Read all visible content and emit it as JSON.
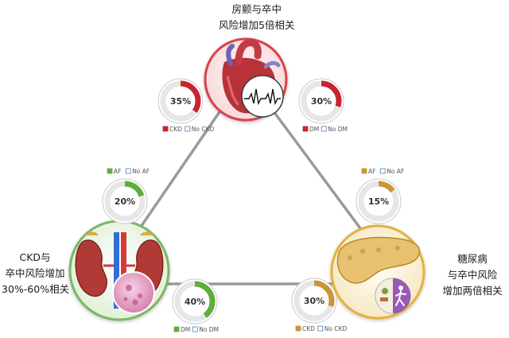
{
  "captions": {
    "top": [
      "房颤与卒中",
      "风险增加5倍相关"
    ],
    "left": [
      "CKD与",
      "卒中风险增加",
      "30%-60%相关"
    ],
    "right": [
      "糖尿病",
      "与卒中风险",
      "增加两倍相关"
    ]
  },
  "colors": {
    "heart_ring": "#d9434b",
    "kidney_ring": "#7bb662",
    "pancreas_ring": "#e3b23c",
    "triangle": "#9a9a9a",
    "red_segment": "#c8262f",
    "green_segment": "#5fae3d",
    "gold_segment": "#c9963a",
    "grey_segment": "#e6e6e6"
  },
  "donuts": [
    {
      "id": "heart-ckd",
      "value": 35,
      "label": "35%",
      "color": "red_segment",
      "legend": [
        {
          "swatch": "red_segment",
          "text": "CKD"
        },
        {
          "swatch": "none",
          "text": "No CKD"
        }
      ]
    },
    {
      "id": "heart-dm",
      "value": 30,
      "label": "30%",
      "color": "red_segment",
      "legend": [
        {
          "swatch": "red_segment",
          "text": "DM"
        },
        {
          "swatch": "none",
          "text": "No DM"
        }
      ]
    },
    {
      "id": "kidney-af",
      "value": 20,
      "label": "20%",
      "color": "green_segment",
      "legend": [
        {
          "swatch": "green_segment",
          "text": "AF"
        },
        {
          "swatch": "none",
          "text": "No AF"
        }
      ]
    },
    {
      "id": "kidney-dm",
      "value": 40,
      "label": "40%",
      "color": "green_segment",
      "legend": [
        {
          "swatch": "green_segment",
          "text": "DM"
        },
        {
          "swatch": "none",
          "text": "No DM"
        }
      ]
    },
    {
      "id": "pancreas-af",
      "value": 15,
      "label": "15%",
      "color": "gold_segment",
      "legend": [
        {
          "swatch": "gold_segment",
          "text": "AF"
        },
        {
          "swatch": "none",
          "text": "No AF"
        }
      ]
    },
    {
      "id": "pancreas-ckd",
      "value": 30,
      "label": "30%",
      "color": "gold_segment",
      "legend": [
        {
          "swatch": "gold_segment",
          "text": "CKD"
        },
        {
          "swatch": "none",
          "text": "No CKD"
        }
      ]
    }
  ]
}
